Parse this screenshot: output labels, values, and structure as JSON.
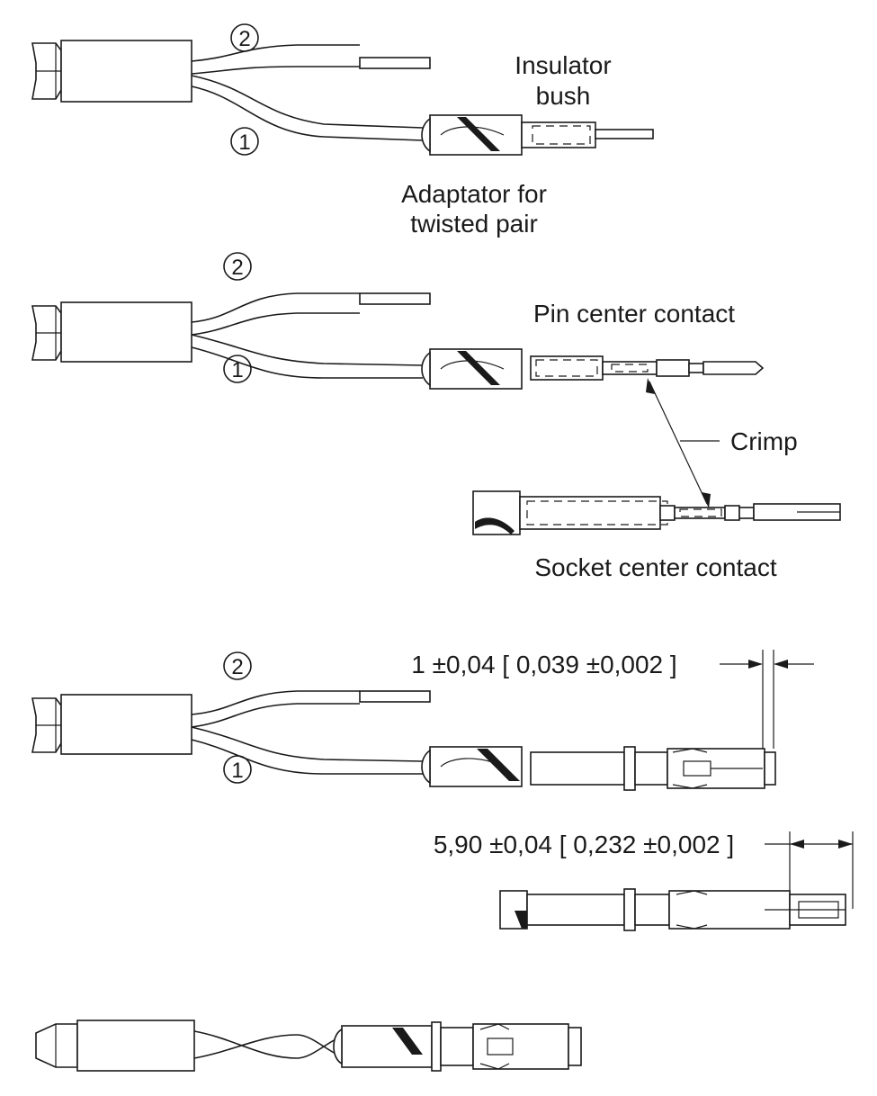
{
  "figure": {
    "numbers": {
      "two": "2",
      "one": "1"
    },
    "step1": {
      "insulator_line1": "Insulator",
      "insulator_line2": "bush",
      "adaptor_line1": "Adaptator for",
      "adaptor_line2": "twisted pair"
    },
    "step2": {
      "pin_label": "Pin center contact",
      "crimp_label": "Crimp",
      "socket_label": "Socket center contact"
    },
    "step3": {
      "dim1_label": "1 ±0,04 [ 0,039 ±0,002 ]",
      "dim2_label": "5,90 ±0,04 [ 0,232 ±0,002 ]"
    }
  }
}
